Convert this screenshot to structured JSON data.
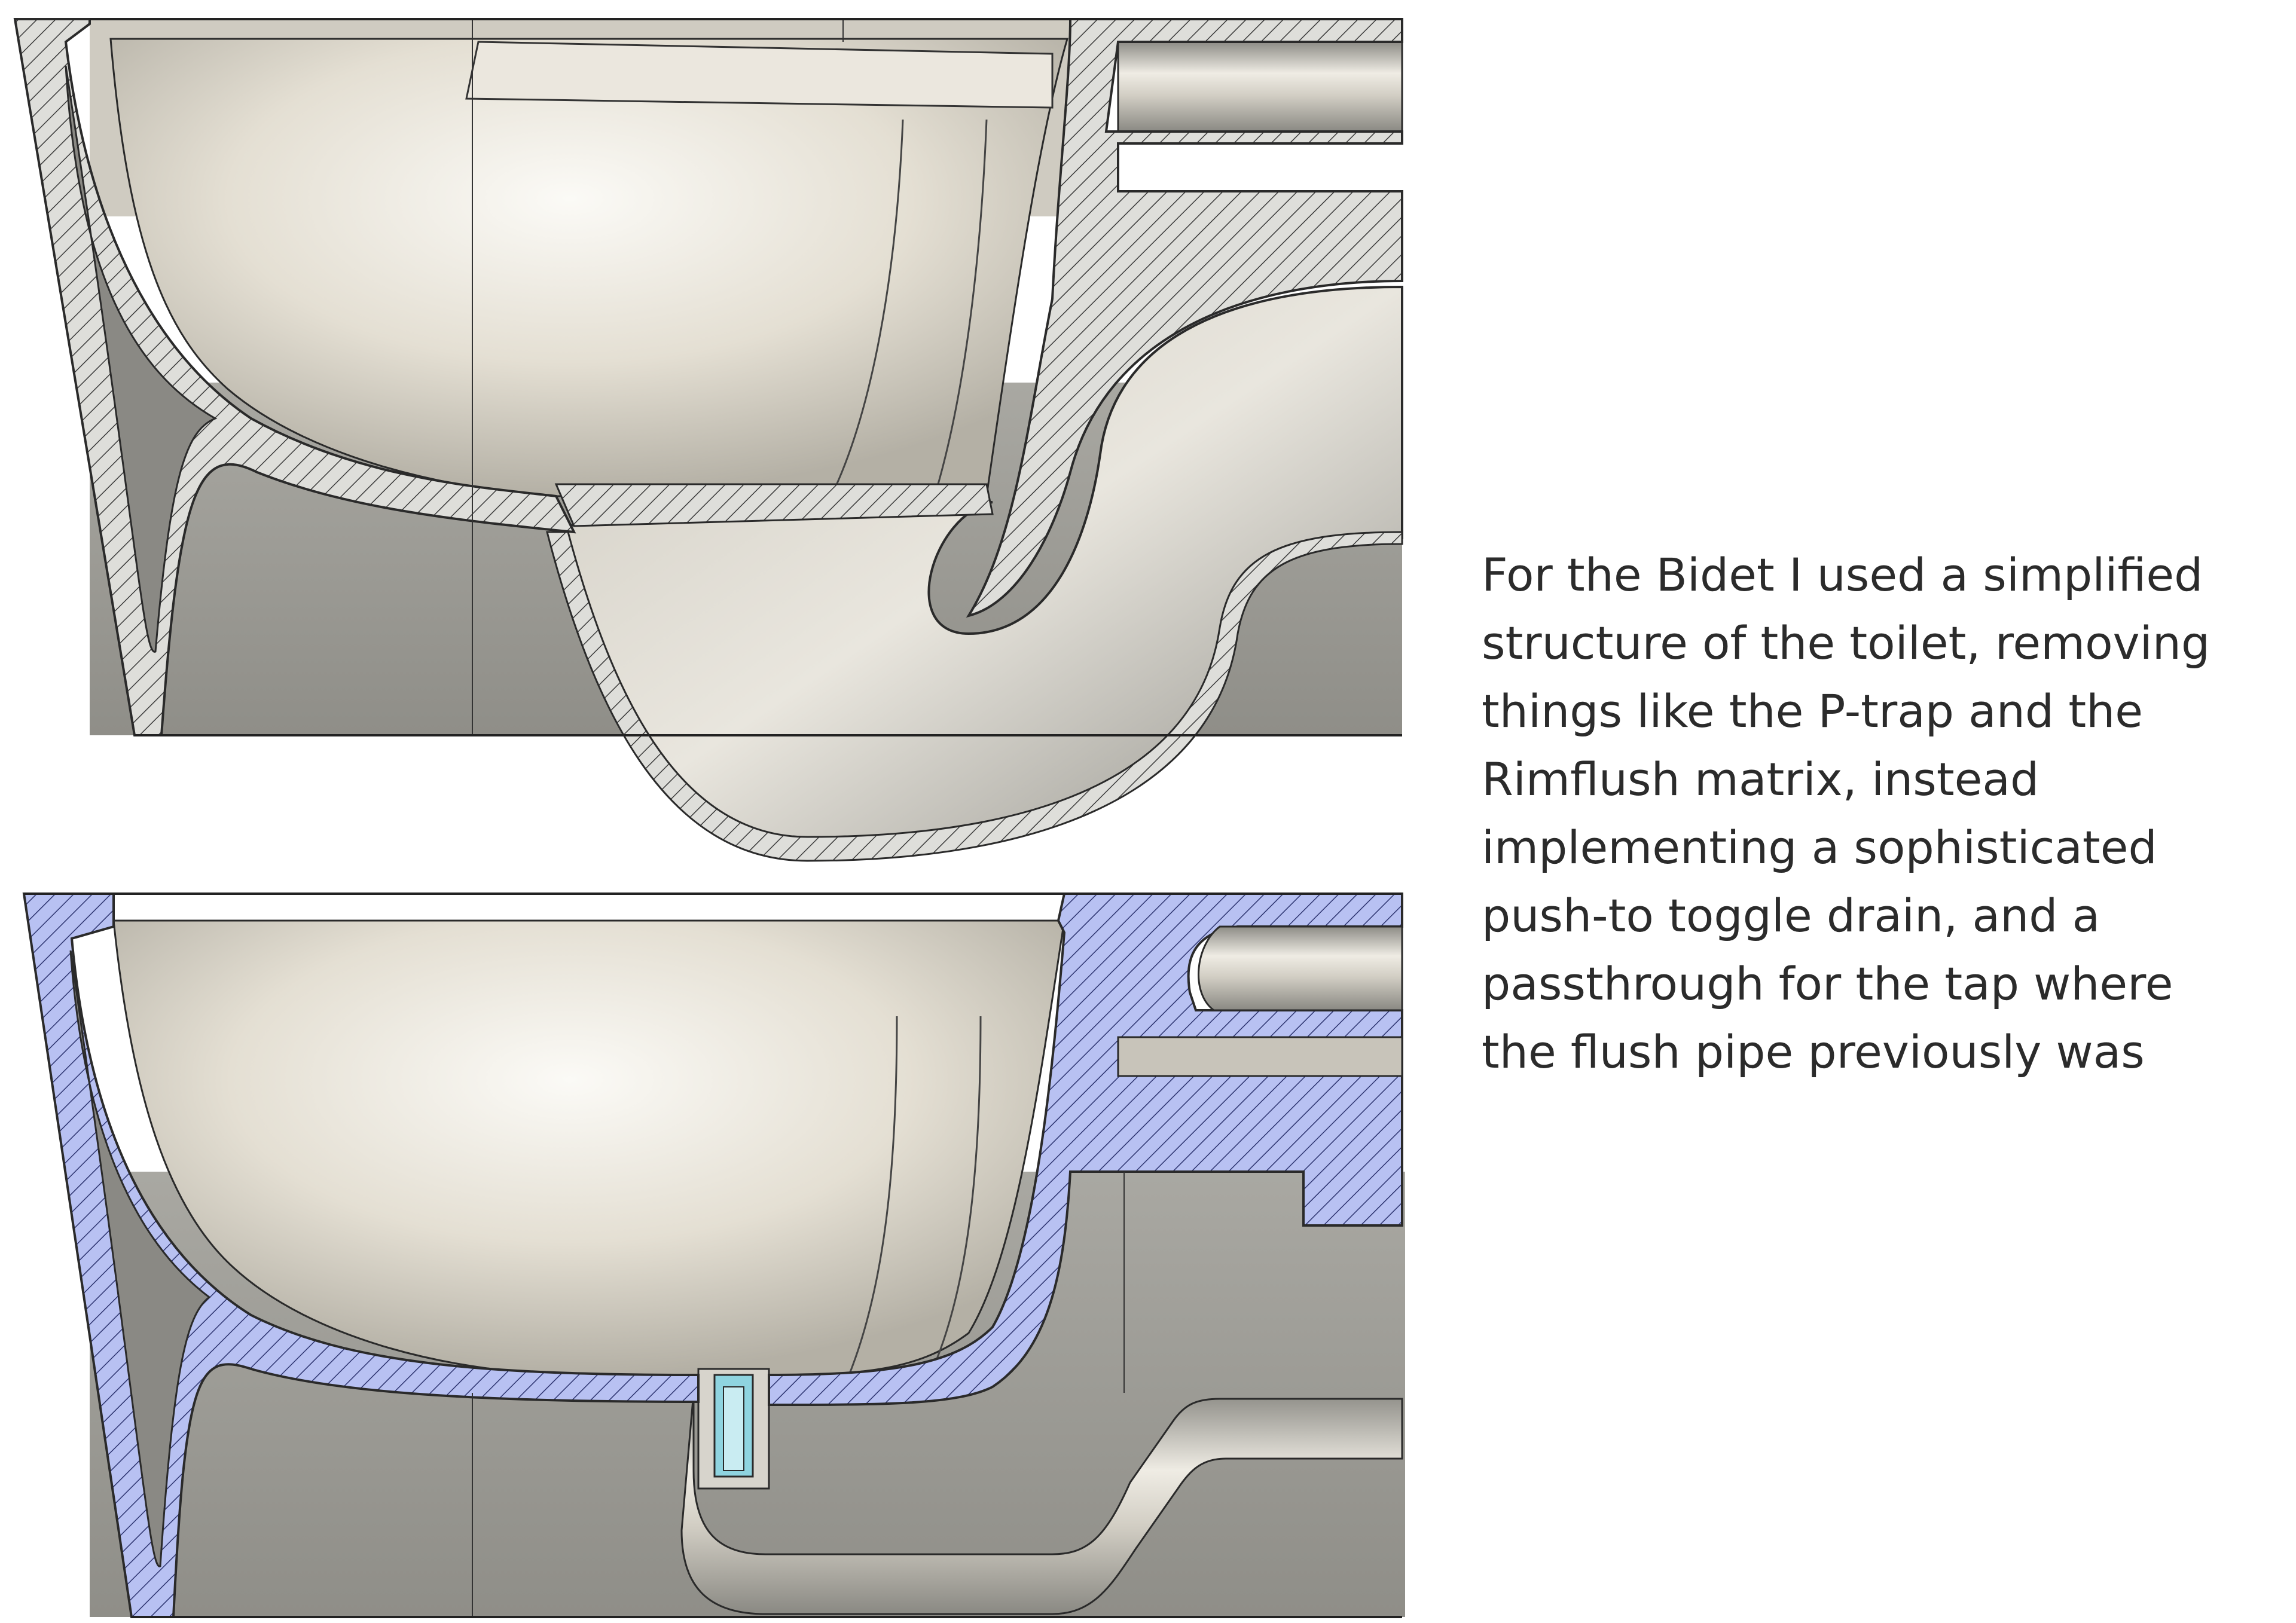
{
  "caption": {
    "lines": [
      "For the Bidet I used a simplified",
      "structure of the toilet, removing",
      "things like the P-trap and the",
      "Rimflush matrix, instead",
      "implementing a sophisticated",
      "push-to toggle drain, and a",
      "passthrough for the tap where",
      "the flush pipe previously was"
    ]
  },
  "colors": {
    "toilet_section_fill": "#dededa",
    "bidet_section_fill": "#b8c1f2",
    "hatch_stroke": "#2a2a2a",
    "bowl_surface": "#e6e1d6",
    "cavity_shadow": "#9f9e98",
    "valve_highlight": "#8fd4e0"
  },
  "figures": [
    {
      "id": "toilet-section",
      "description_icon": "toilet-cross-section-icon"
    },
    {
      "id": "bidet-section",
      "description_icon": "bidet-cross-section-icon"
    }
  ]
}
